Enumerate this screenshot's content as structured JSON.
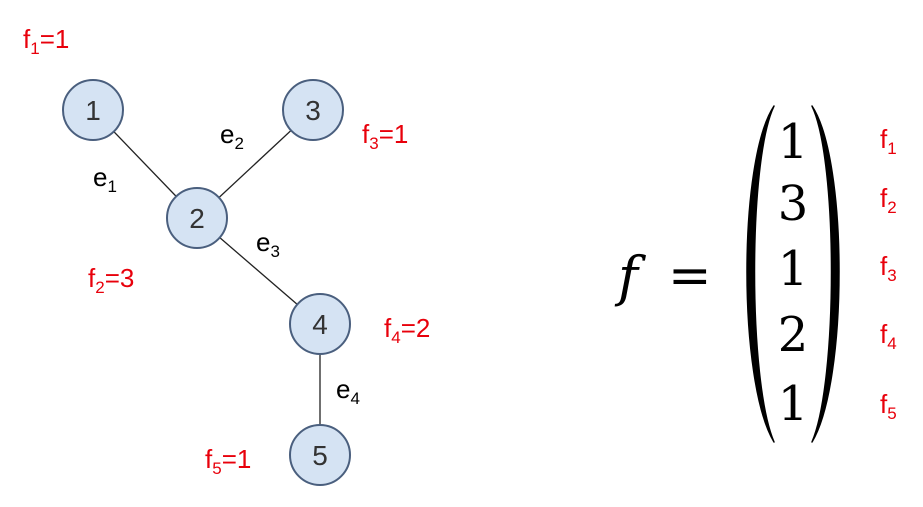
{
  "colors": {
    "annotation": "#e8000b",
    "node_fill": "#d5e3f3",
    "node_stroke": "#4a5f7e",
    "edge": "#222222",
    "text": "#000000"
  },
  "graph": {
    "nodes": [
      {
        "id": "1",
        "label": "1",
        "value_label": "f",
        "value_sub": "1",
        "value_text": "=1"
      },
      {
        "id": "2",
        "label": "2",
        "value_label": "f",
        "value_sub": "2",
        "value_text": "=3"
      },
      {
        "id": "3",
        "label": "3",
        "value_label": "f",
        "value_sub": "3",
        "value_text": "=1"
      },
      {
        "id": "4",
        "label": "4",
        "value_label": "f",
        "value_sub": "4",
        "value_text": "=2"
      },
      {
        "id": "5",
        "label": "5",
        "value_label": "f",
        "value_sub": "5",
        "value_text": "=1"
      }
    ],
    "edges": [
      {
        "from": "1",
        "to": "2",
        "label": "e",
        "sub": "1"
      },
      {
        "from": "3",
        "to": "2",
        "label": "e",
        "sub": "2"
      },
      {
        "from": "2",
        "to": "4",
        "label": "e",
        "sub": "3"
      },
      {
        "from": "4",
        "to": "5",
        "label": "e",
        "sub": "4"
      }
    ]
  },
  "vector": {
    "symbol": "f",
    "equals": "=",
    "entries": [
      "1",
      "3",
      "1",
      "2",
      "1"
    ],
    "row_labels": [
      {
        "label": "f",
        "sub": "1"
      },
      {
        "label": "f",
        "sub": "2"
      },
      {
        "label": "f",
        "sub": "3"
      },
      {
        "label": "f",
        "sub": "4"
      },
      {
        "label": "f",
        "sub": "5"
      }
    ]
  }
}
